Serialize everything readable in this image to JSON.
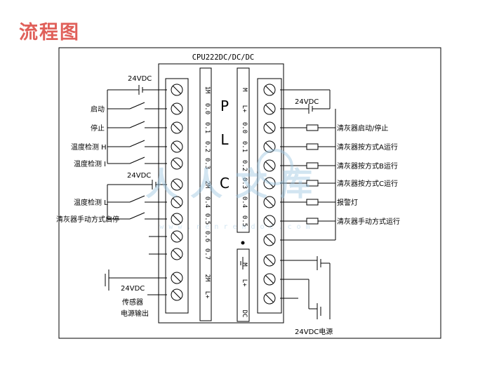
{
  "title": "流程图",
  "colors": {
    "title": "#e0605a",
    "line": "#000000",
    "watermark": "#9cc6e2"
  },
  "plc": {
    "model": "CPU222DC/DC/DC",
    "letters": [
      "P",
      "L",
      "C"
    ],
    "left_terminals": [
      "1M",
      "0.0",
      "0.1",
      "0.2",
      "0.3",
      "2M",
      "0.4",
      "0.5",
      "0.6",
      "0.7",
      "2M",
      "L+"
    ],
    "right_terminals": [
      "M",
      "L+",
      "0.0",
      "0.1",
      "0.2",
      "0.3",
      "0.4",
      "0.5",
      "•",
      "",
      "M",
      "L+",
      "DC"
    ]
  },
  "inputs": {
    "supply_top": "24VDC",
    "supply_mid": "24VDC",
    "start": "启动",
    "stop": "停止",
    "temp_h": "温度检测 H",
    "temp_i": "温度检测 I",
    "temp_l": "温度检测 L",
    "manual": "清灰器手动方式启停",
    "sensor_supply": "24VDC",
    "sensor_supply_line2": "传感器",
    "sensor_supply_line3": "电源输出"
  },
  "outputs": {
    "supply": "24VDC",
    "q00": "清灰器启动/停止",
    "q01": "清灰器按方式A运行",
    "q02": "清灰器按方式B运行",
    "q03": "清灰器按方式C运行",
    "q04": "报警灯",
    "q05": "清灰器手动方式运行",
    "power_supply": "24VDC电源"
  },
  "watermark": {
    "logo": "人人文库",
    "url": "www.renrendoc.com"
  }
}
